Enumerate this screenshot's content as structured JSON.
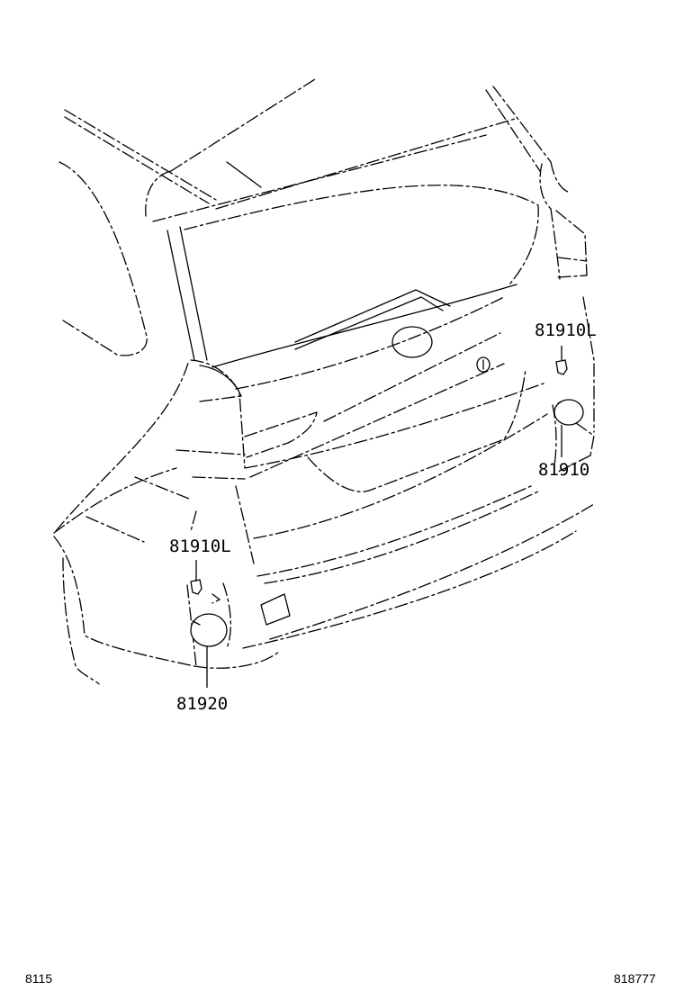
{
  "callouts": {
    "right_lens_code": "81910L",
    "right_lamp_code": "81910",
    "left_lens_code": "81910L",
    "left_lamp_code": "81920"
  },
  "footer": {
    "left_id": "8115",
    "right_id": "818777"
  }
}
